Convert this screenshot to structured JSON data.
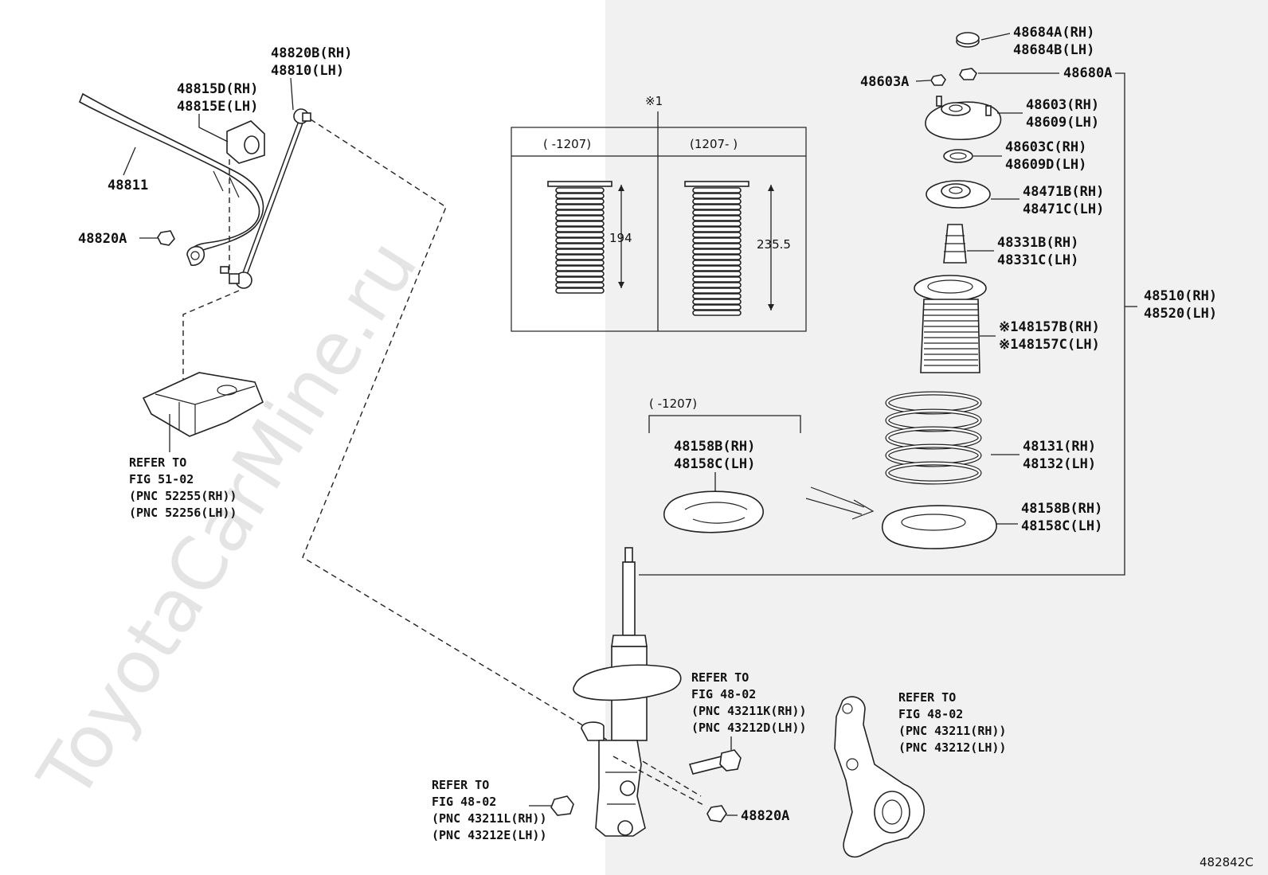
{
  "watermark": "ToyotaCarMine.ru",
  "figure_code": "482842C",
  "labels": {
    "p48820B": "48820B(RH)",
    "p48810": "48810(LH)",
    "p48815D": "48815D(RH)",
    "p48815E": "48815E(LH)",
    "p48811": "48811",
    "p48820A_top": "48820A",
    "p48820A_bottom": "48820A",
    "p48684A": "48684A(RH)",
    "p48684B": "48684B(LH)",
    "p48603A": "48603A",
    "p48680A": "48680A",
    "p48603": "48603(RH)",
    "p48609": "48609(LH)",
    "p48603C": "48603C(RH)",
    "p48609D": "48609D(LH)",
    "p48471B": "48471B(RH)",
    "p48471C": "48471C(LH)",
    "p48331B": "48331B(RH)",
    "p48331C": "48331C(LH)",
    "p48510": "48510(RH)",
    "p48520": "48520(LH)",
    "p48157B": "※148157B(RH)",
    "p48157C": "※148157C(LH)",
    "p48131": "48131(RH)",
    "p48132": "48132(LH)",
    "p48158B_right": "48158B(RH)",
    "p48158C_right": "48158C(LH)",
    "p48158B_left": "48158B(RH)",
    "p48158C_left": "48158C(LH)"
  },
  "boot_inset": {
    "marker": "※1",
    "col1_header": "(    -1207)",
    "col2_header": "(1207-    )",
    "dim1": "194",
    "dim2": "235.5"
  },
  "insulator_range": "(    -1207)",
  "references": {
    "fig51": [
      "REFER TO",
      "FIG 51-02",
      "(PNC 52255(RH))",
      "(PNC 52256(LH))"
    ],
    "fig48_bolt": [
      "REFER TO",
      "FIG 48-02",
      "(PNC 43211K(RH))",
      "(PNC 43212D(LH))"
    ],
    "fig48_knuckle": [
      "REFER TO",
      "FIG 48-02",
      "(PNC 43211(RH))",
      "(PNC 43212(LH))"
    ],
    "fig48_nut": [
      "REFER TO",
      "FIG 48-02",
      "(PNC 43211L(RH))",
      "(PNC 43212E(LH))"
    ]
  },
  "colors": {
    "line": "#222222",
    "background_right": "#f1f1f1",
    "watermark": "#e4e4e4"
  }
}
